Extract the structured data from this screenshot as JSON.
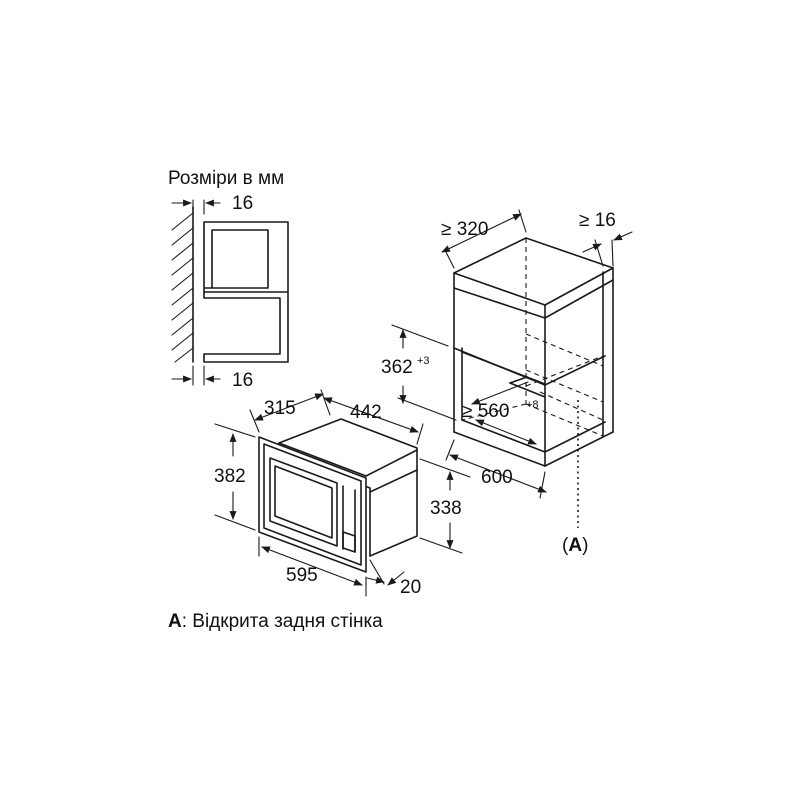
{
  "title": "Розміри в мм",
  "dimensions": {
    "wall_gap_top": "16",
    "wall_gap_bottom": "16",
    "niche_depth": "≥ 320",
    "rear_gap": "≥ 16",
    "niche_height": "362",
    "niche_height_tolerance": "+3",
    "niche_width": "≥ 560",
    "niche_width_tolerance": "+8",
    "cabinet_width": "600",
    "oven_depth": "315",
    "oven_body_width": "442",
    "oven_front_height": "382",
    "oven_body_height": "338",
    "oven_front_width": "595",
    "frame_thickness": "20"
  },
  "callout": {
    "label": "(A)",
    "letter": "A"
  },
  "legend": {
    "key": "A",
    "text": ": Відкрита задня стінка"
  }
}
